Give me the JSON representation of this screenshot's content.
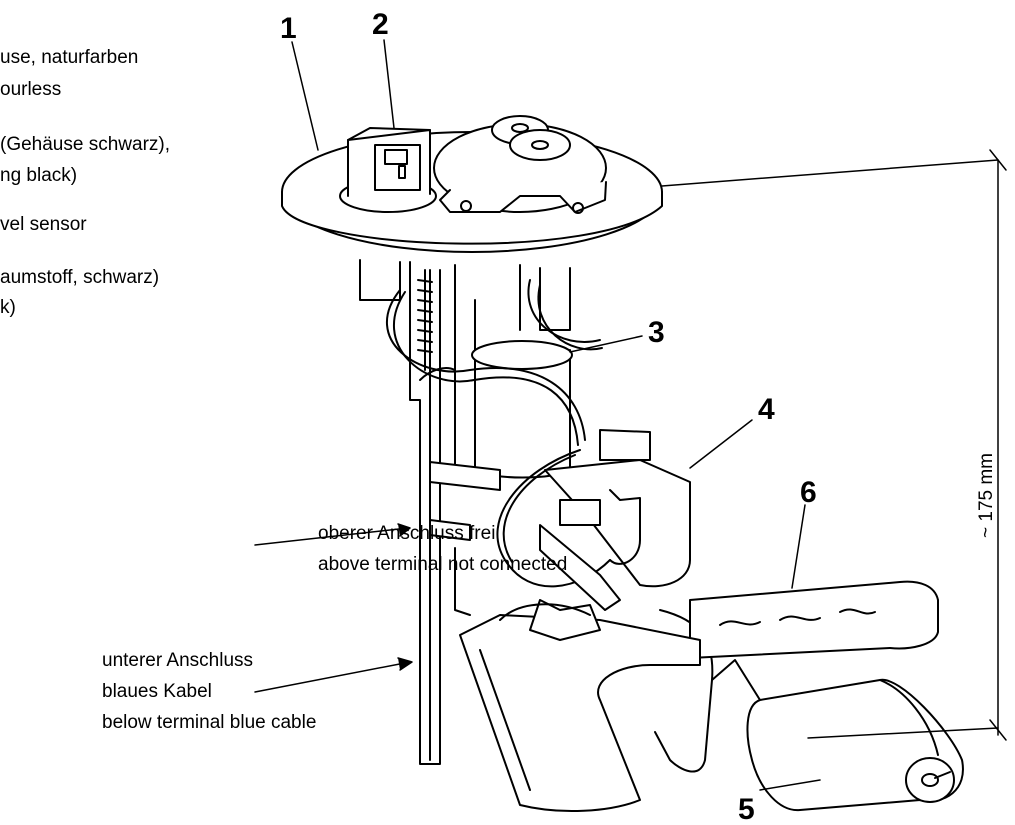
{
  "legend": {
    "line1": "use, naturfarben",
    "line2": "ourless",
    "line3": "(Gehäuse schwarz),",
    "line4": "ng black)",
    "line5": "vel sensor",
    "line6": "aumstoff, schwarz)",
    "line7": "k)"
  },
  "callouts": {
    "c1": "1",
    "c2": "2",
    "c3": "3",
    "c4": "4",
    "c5": "5",
    "c6": "6"
  },
  "annotations": {
    "upper_de": "oberer Anschluss frei",
    "upper_en": "above terminal not connected",
    "lower_de": "unterer Anschluss",
    "lower_mid": "blaues Kabel",
    "lower_en": "below terminal blue cable"
  },
  "dimension": "~ 175 mm"
}
